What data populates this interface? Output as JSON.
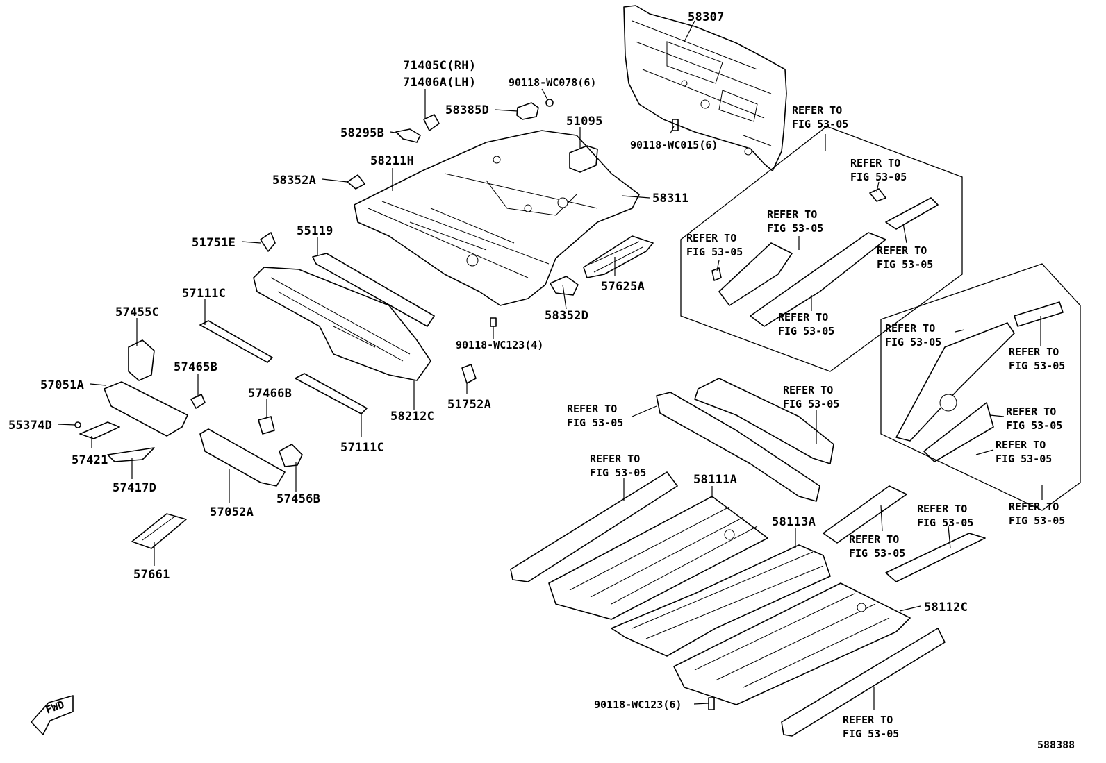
{
  "diagram": {
    "code": "588388",
    "fwd_label": "FWD",
    "parts": {
      "p58307": "58307",
      "p71405c": "71405C(RH)",
      "p71406a": "71406A(LH)",
      "p90118_wc078": "90118-WC078(6)",
      "p58385d": "58385D",
      "p51095": "51095",
      "p58295b": "58295B",
      "p90118_wc015": "90118-WC015(6)",
      "p58211h": "58211H",
      "p58352a": "58352A",
      "p58311": "58311",
      "p51751e": "51751E",
      "p55119": "55119",
      "p57625a": "57625A",
      "p57111c_a": "57111C",
      "p58352d": "58352D",
      "p57455c": "57455C",
      "p90118_wc123_4": "90118-WC123(4)",
      "p57465b": "57465B",
      "p57051a": "57051A",
      "p58212c": "58212C",
      "p51752a": "51752A",
      "p57466b": "57466B",
      "p55374d": "55374D",
      "p57111c_b": "57111C",
      "p57421": "57421",
      "p57417d": "57417D",
      "p57456b": "57456B",
      "p57052a": "57052A",
      "p57661": "57661",
      "p58111a": "58111A",
      "p58113a": "58113A",
      "p58112c": "58112C",
      "p90118_wc123_6": "90118-WC123(6)"
    },
    "refer_line1": "REFER TO",
    "refer_line2": "FIG 53-05"
  }
}
